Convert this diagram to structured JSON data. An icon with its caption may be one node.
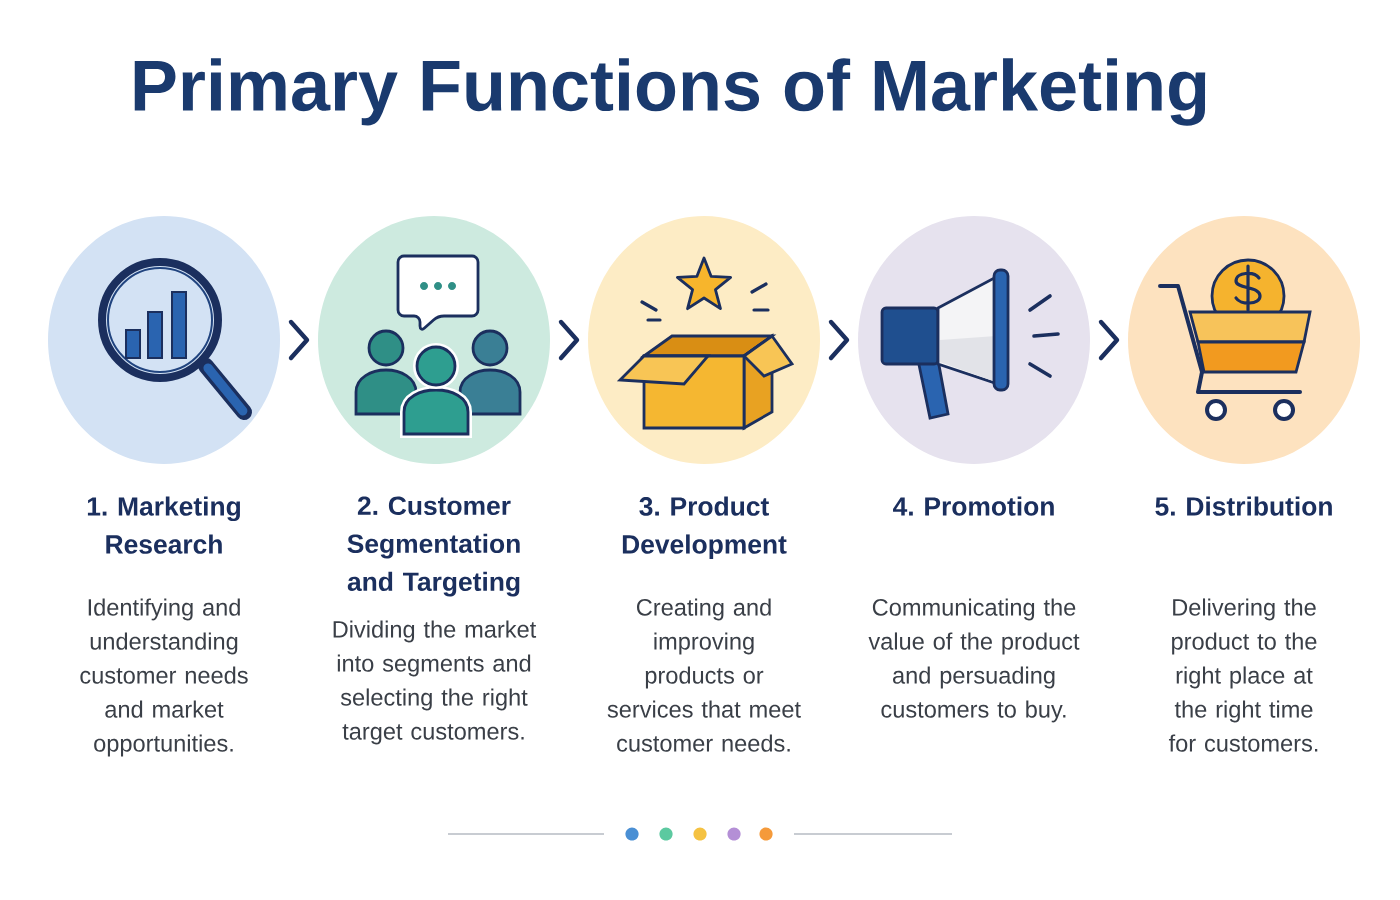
{
  "diagram": {
    "title": "Primary Functions of Marketing",
    "nodes": [
      {
        "text": [
          "1. Marketing Research",
          "Identifying and understanding customer needs and market opportunities."
        ]
      },
      {
        "text": [
          "2. Customer Segmentation and Targeting",
          "Dividing the market into segments and selecting the right target customers."
        ]
      },
      {
        "text": [
          "3. Product Development",
          "Creating and improving products or services that meet customer needs."
        ]
      },
      {
        "text": [
          "4. Promotion",
          "Communicating the value of the product and persuading customers to buy."
        ]
      },
      {
        "text": [
          "5. Distribution",
          "Delivering the product to the right place at the right time for customers."
        ]
      }
    ],
    "edges": [
      {
        "from": 0,
        "to": 1,
        "arrow": "to"
      },
      {
        "from": 1,
        "to": 2,
        "arrow": "to"
      },
      {
        "from": 2,
        "to": 3,
        "arrow": "to"
      },
      {
        "from": 3,
        "to": 4,
        "arrow": "to"
      }
    ]
  }
}
